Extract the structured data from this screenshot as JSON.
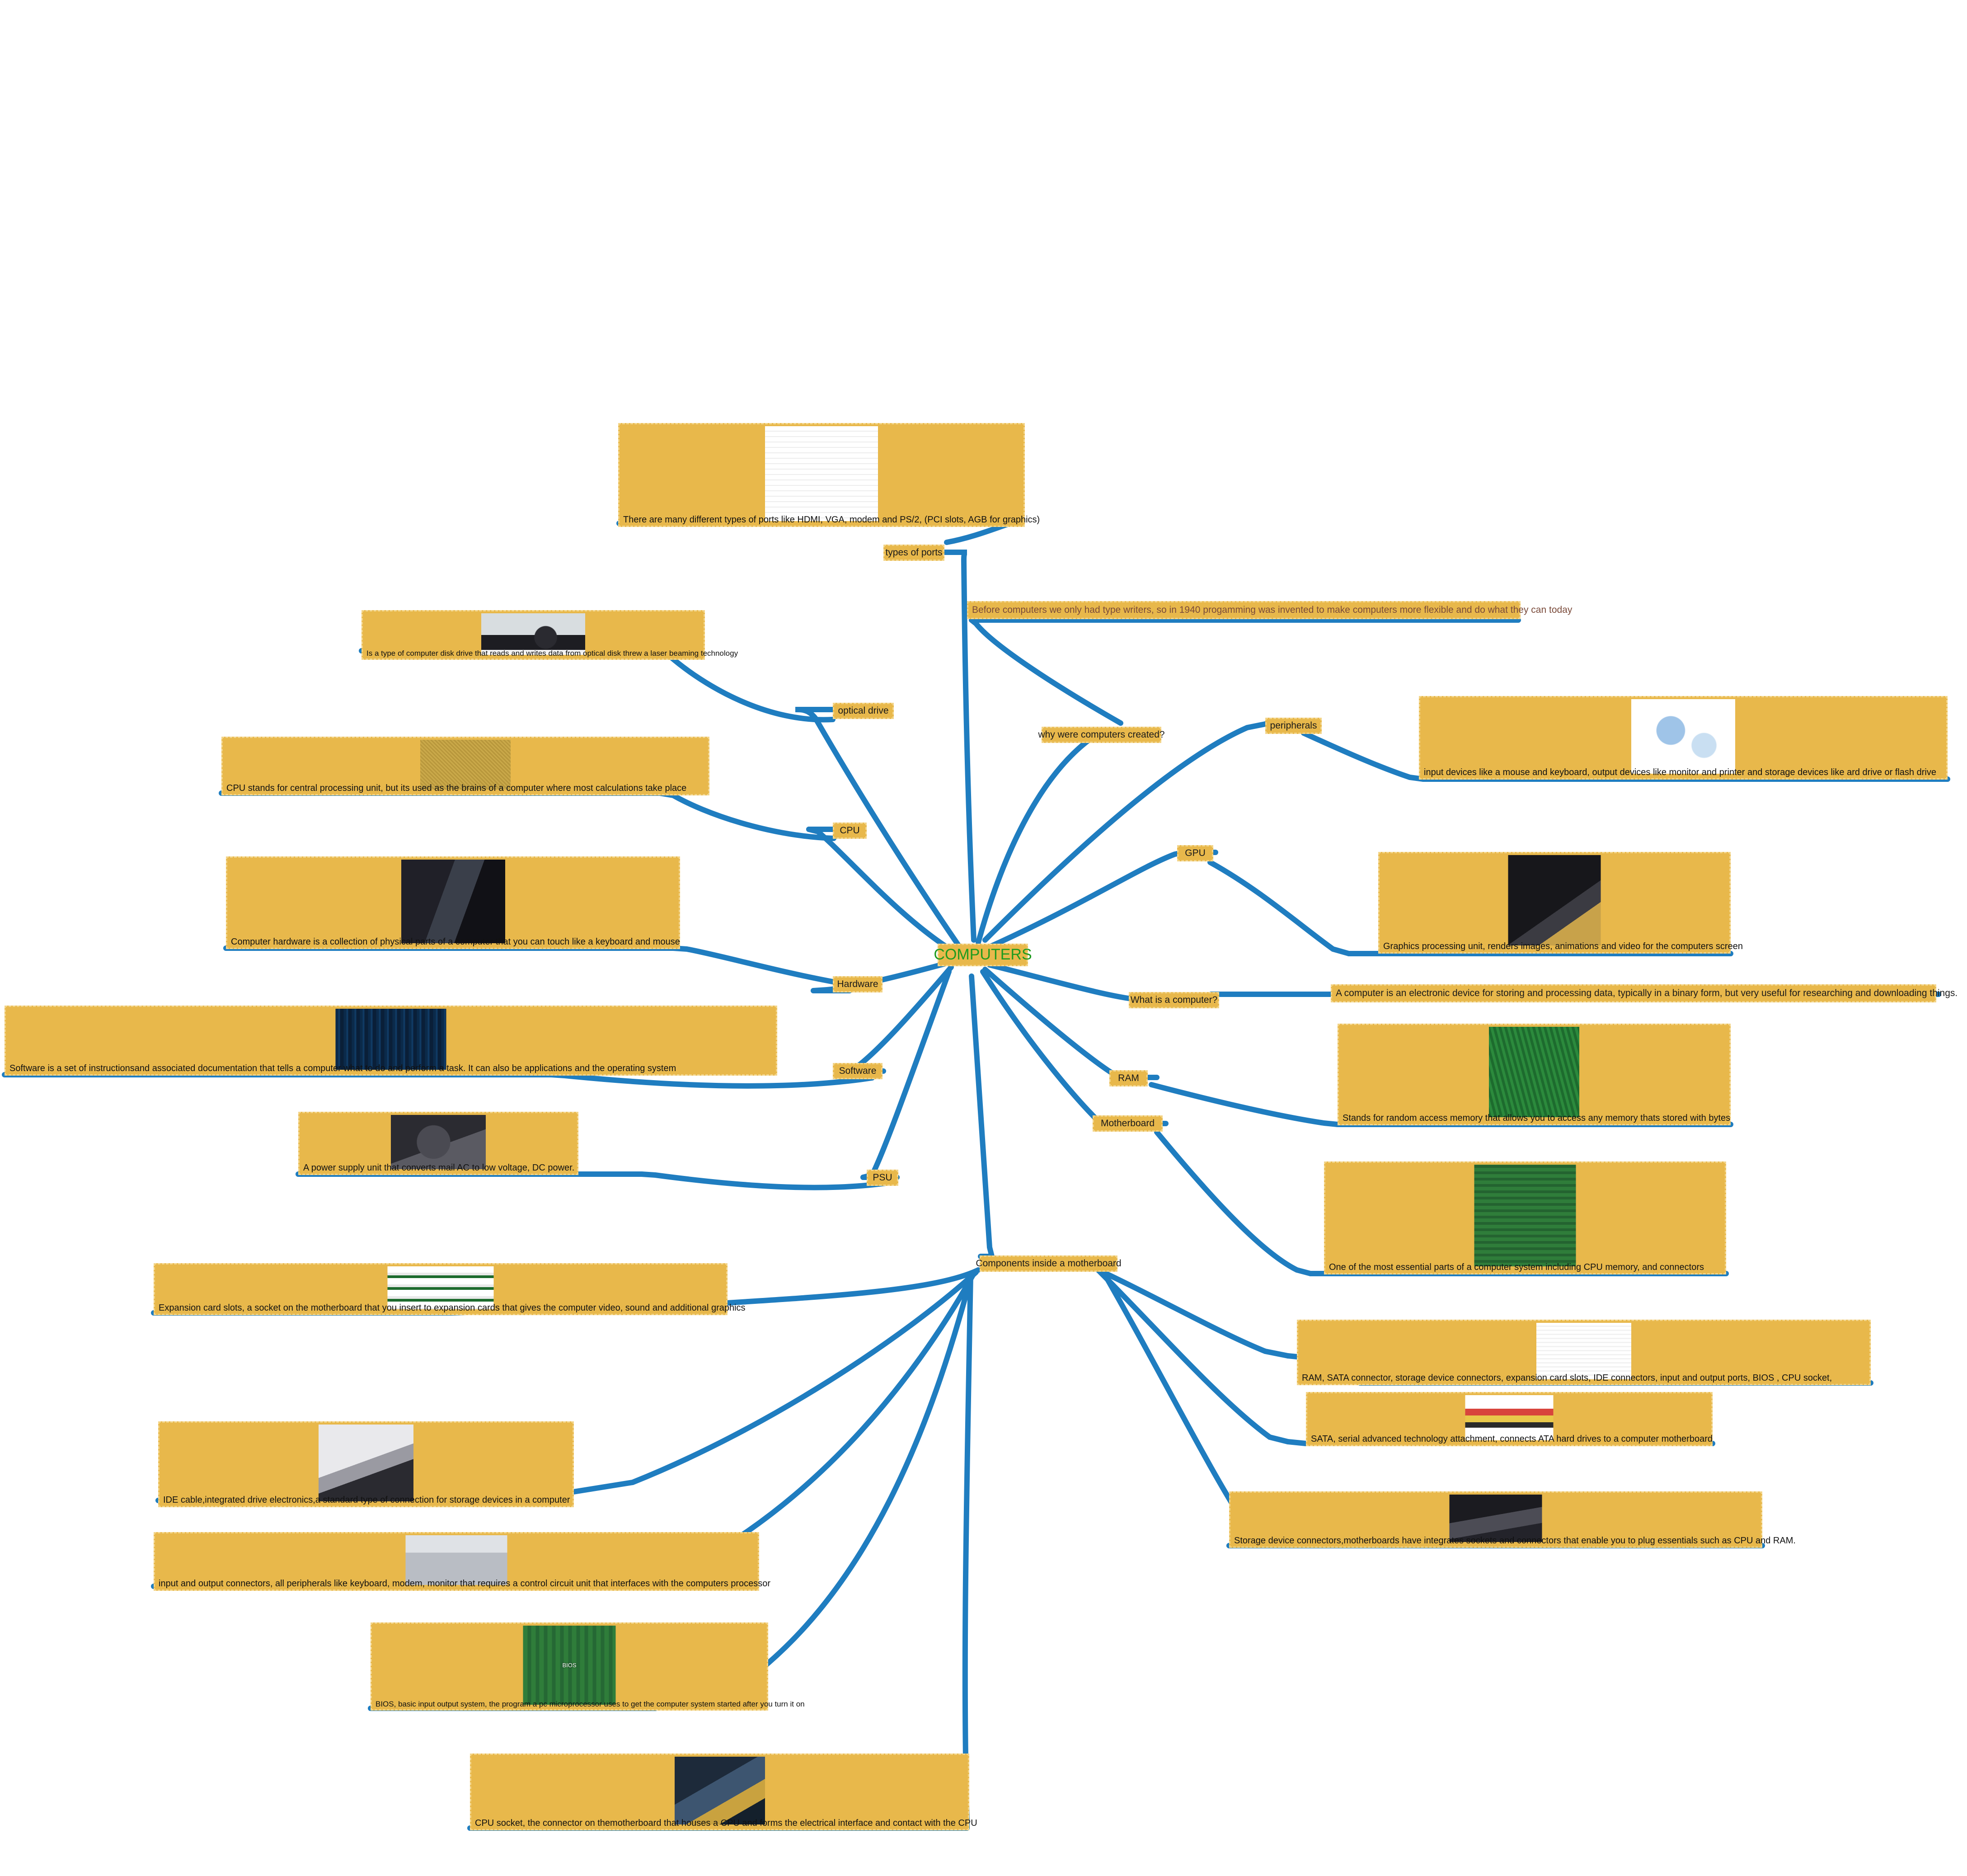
{
  "diagram": {
    "title": "COMPUTERS",
    "type": "mind-map",
    "background": "#ffffff",
    "edge_color": "#1f7dc0",
    "node_fill": "#e8b84b",
    "node_border": "#f3d58a",
    "root_text_color": "#1f9b1f"
  },
  "root": {
    "label": "COMPUTERS"
  },
  "branches": {
    "types_of_ports": {
      "label": "types of ports"
    },
    "optical_drive": {
      "label": "optical drive"
    },
    "cpu": {
      "label": "CPU"
    },
    "hardware": {
      "label": "Hardware"
    },
    "software": {
      "label": "Software"
    },
    "psu": {
      "label": "PSU"
    },
    "why_created": {
      "label": "why were computers created?"
    },
    "peripherals": {
      "label": "peripherals"
    },
    "gpu": {
      "label": "GPU"
    },
    "what_is_computer": {
      "label": "What is a computer?"
    },
    "ram": {
      "label": "RAM"
    },
    "motherboard": {
      "label": "Motherboard"
    },
    "components_inside": {
      "label": "Components inside a motherboard"
    }
  },
  "cards": {
    "ports": {
      "caption": "There are many different types of ports like HDMI, VGA, modem and PS/2, (PCI slots, AGB for graphics)",
      "image": "ports-diagram-image"
    },
    "optical": {
      "caption": "Is a type of computer disk drive that reads and writes data from optical disk threw a laser beaming technology",
      "image": "optical-drive-photo"
    },
    "cpu": {
      "caption": "CPU stands for central processing unit, but its used as the brains of a computer where most calculations take place",
      "image": "cpu-chip-photo"
    },
    "hardware": {
      "caption": "Computer hardware is a collection of physical parts of a computer that you can touch like a keyboard and mouse",
      "image": "computer-tower-photo"
    },
    "software": {
      "caption": "Software is a set of instructionsand associated documentation that tells a computer what to do and perform a task. It can also be applications and the operating system",
      "image": "code-screen-photo"
    },
    "psu": {
      "caption": "A power supply unit that converts mail AC to low voltage, DC power.",
      "image": "power-supply-photo"
    },
    "peripherals": {
      "caption": "input devices like a mouse and keyboard, output devices like monitor and printer and storage devices like ard drive or flash drive",
      "image": "peripherals-diagram-image"
    },
    "gpu": {
      "caption": "Graphics processing unit, renders images, animations and video for the computers screen",
      "image": "graphics-card-photo"
    },
    "ram": {
      "caption": "Stands for random access memory that allows you  to access any memory thats stored with bytes",
      "image": "ram-sticks-photo"
    },
    "motherboard": {
      "caption": "One of the most essential parts of a computer system including CPU memory, and connectors",
      "image": "motherboard-photo"
    },
    "mobo_components": {
      "caption": "RAM, SATA connector, storage device connectors, expansion card slots, IDE connectors, input and output ports, BIOS , CPU socket,",
      "image": "labeled-motherboard-photo"
    },
    "sata": {
      "caption": "SATA, serial advanced technology attachment, connects ATA hard drives to a computer motherboard",
      "image": "sata-cable-photo"
    },
    "storage_connectors": {
      "caption": "Storage device connectors,motherboards have integrates sockets and connectors that enable you to plug essentials such as CPU and RAM.",
      "image": "storage-connectors-photo"
    },
    "expansion": {
      "caption": "Expansion card slots, a socket on the motherboard that you insert to expansion cards that gives the computer video, sound and additional graphics",
      "image": "expansion-slots-photo"
    },
    "ide": {
      "caption": "IDE cable,integrated drive electronics,a standard type of connection for storage devices in a computer",
      "image": "ide-cable-photo"
    },
    "io_connectors": {
      "caption": "input and output connectors, all peripherals like keyboard, modem, monitor that requires a control circuit unit that interfaces with the computers processor",
      "image": "io-connectors-photo"
    },
    "bios": {
      "caption": "BIOS, basic input output system, the program a pc microprocessor uses to get the computer system started after you turn it on",
      "image": "bios-chip-photo",
      "chip_text": "BIOS"
    },
    "cpu_socket": {
      "caption": "CPU socket, the connector on themotherboard that houses a CPU and forms the electrical interface and contact with the CPU",
      "image": "cpu-socket-photo"
    }
  },
  "notes": {
    "why_created": "Before computers we only had type writers, so in 1940 progamming was invented to make computers more flexible and do what they can today",
    "what_is_computer": "A  computer is an electronic device for storing and processing data, typically in a binary form, but very useful for researching and downloading things."
  }
}
